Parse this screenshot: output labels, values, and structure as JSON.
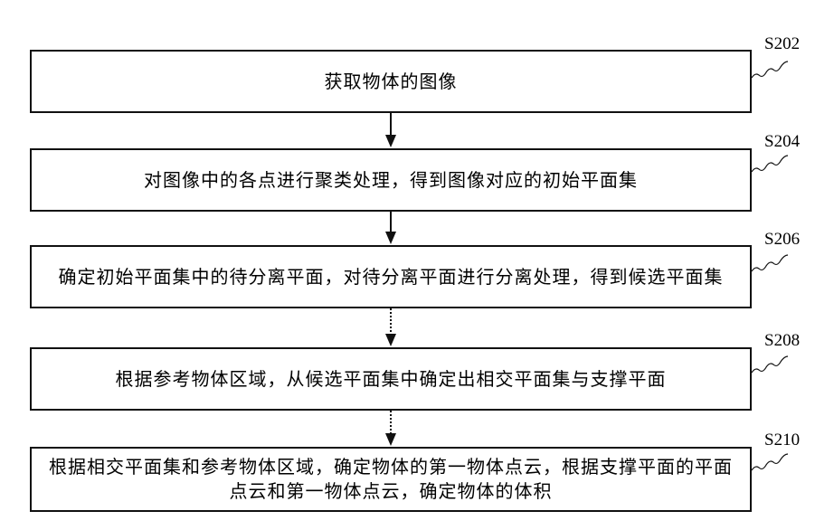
{
  "steps": [
    {
      "id": "S202",
      "text": "获取物体的图像"
    },
    {
      "id": "S204",
      "text": "对图像中的各点进行聚类处理，得到图像对应的初始平面集"
    },
    {
      "id": "S206",
      "text": "确定初始平面集中的待分离平面，对待分离平面进行分离处理，得到候选平面集"
    },
    {
      "id": "S208",
      "text": "根据参考物体区域，从候选平面集中确定出相交平面集与支撑平面"
    },
    {
      "id": "S210",
      "text": "根据相交平面集和参考物体区域，确定物体的第一物体点云，根据支撑平面的平面点云和第一物体点云，确定物体的体积"
    }
  ]
}
